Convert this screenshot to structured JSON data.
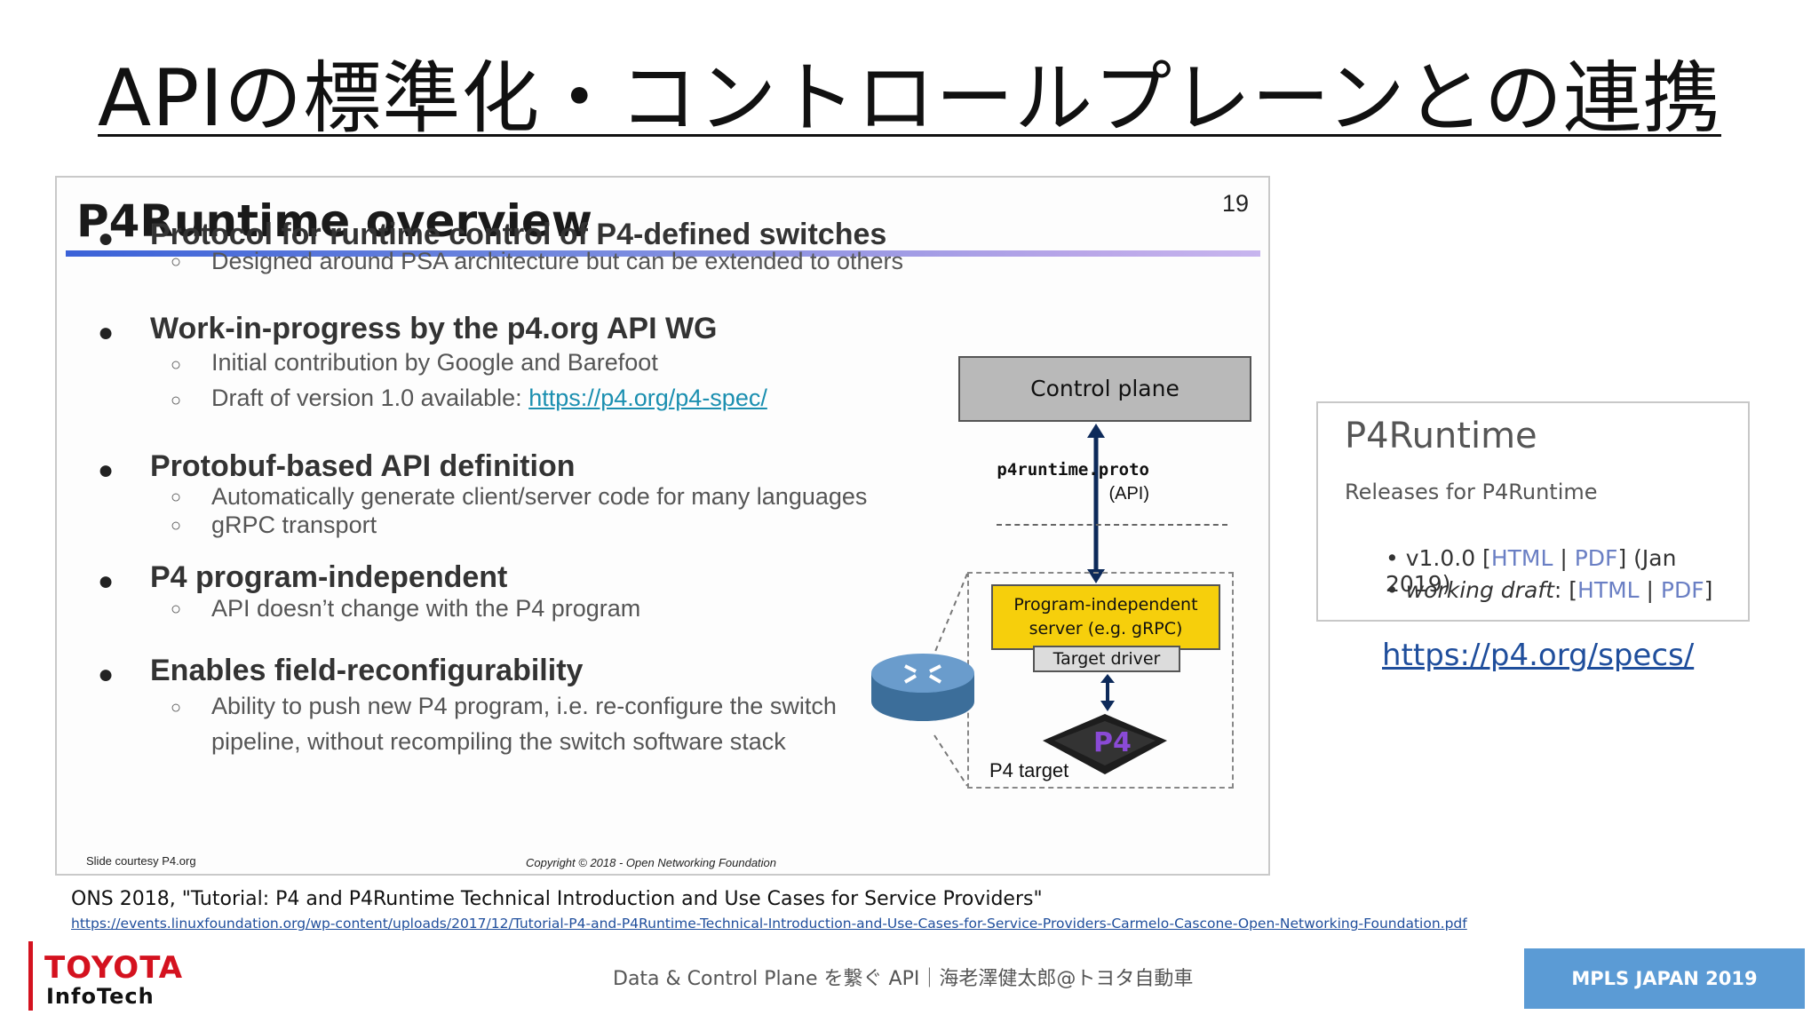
{
  "title": "APIの標準化・コントロールプレーンとの連携",
  "slide": {
    "title": "P4Runtime overview",
    "page_number": "19",
    "bullets": [
      {
        "text": "Protocol for runtime control of P4-defined switches",
        "sub": [
          "Designed around PSA architecture but can be extended to others"
        ]
      },
      {
        "text": "Work-in-progress by the p4.org API WG",
        "sub": [
          "Initial contribution by Google and Barefoot",
          "Draft of version 1.0 available: "
        ],
        "link": "https://p4.org/p4-spec/"
      },
      {
        "text": "Protobuf-based API definition",
        "sub": [
          "Automatically generate client/server code for many languages",
          "gRPC transport"
        ]
      },
      {
        "text": "P4 program-independent",
        "sub": [
          "API doesn’t change with the P4 program"
        ]
      },
      {
        "text": "Enables field-reconfigurability",
        "sub": [
          "Ability to push new P4 program, i.e. re-configure the switch",
          "pipeline, without recompiling the switch software stack"
        ]
      }
    ],
    "footnote_left": "Slide courtesy P4.org",
    "footnote_center": "Copyright © 2018 - Open Networking Foundation",
    "diagram": {
      "control_plane": "Control plane",
      "proto": "p4runtime.proto",
      "api": "(API)",
      "server_line1": "Program-independent",
      "server_line2": "server (e.g. gRPC)",
      "driver": "Target driver",
      "target": "P4 target",
      "chip_label": "P4"
    }
  },
  "releases_panel": {
    "title": "P4Runtime",
    "subtitle": "Releases for P4Runtime",
    "item1_prefix": "v1.0.0 [",
    "item1_html": "HTML",
    "item1_sep": " | ",
    "item1_pdf": "PDF",
    "item1_suffix": "] (Jan 2019)",
    "item2_prefix": "working draft",
    "item2_mid": ": [",
    "item2_html": "HTML",
    "item2_sep": " | ",
    "item2_pdf": "PDF",
    "item2_suffix": "]"
  },
  "specs_link": "https://p4.org/specs/",
  "citation": {
    "text": "ONS 2018, \"Tutorial: P4 and P4Runtime Technical Introduction and Use Cases for Service Providers\"",
    "url": "https://events.linuxfoundation.org/wp-content/uploads/2017/12/Tutorial-P4-and-P4Runtime-Technical-Introduction-and-Use-Cases-for-Service-Providers-Carmelo-Cascone-Open-Networking-Foundation.pdf"
  },
  "footer": {
    "logo_line1": "TOYOTA",
    "logo_line2": "InfoTech",
    "center": "Data & Control Plane を繋ぐ API｜海老澤健太郎@トヨタ自動車",
    "badge": "MPLS JAPAN 2019"
  },
  "colors": {
    "accent_red": "#d4121f",
    "badge_blue": "#5b9bd5",
    "link_blue": "#1f4e9c",
    "server_yellow": "#f6cf0c"
  }
}
